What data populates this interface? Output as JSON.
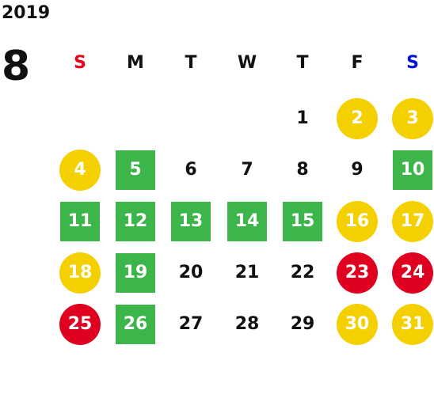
{
  "year": "2019",
  "month": "8",
  "colors": {
    "green": "#3cb54a",
    "yellow": "#f5d000",
    "red": "#e0001f",
    "sunday": "#e8001c",
    "saturday": "#0014d9",
    "text": "#111111"
  },
  "weekdays": [
    "S",
    "M",
    "T",
    "W",
    "T",
    "F",
    "S"
  ],
  "weeks": [
    [
      null,
      null,
      null,
      null,
      {
        "d": "1",
        "s": "plain"
      },
      {
        "d": "2",
        "s": "yellow"
      },
      {
        "d": "3",
        "s": "yellow"
      }
    ],
    [
      {
        "d": "4",
        "s": "yellow"
      },
      {
        "d": "5",
        "s": "green"
      },
      {
        "d": "6",
        "s": "plain"
      },
      {
        "d": "7",
        "s": "plain"
      },
      {
        "d": "8",
        "s": "plain"
      },
      {
        "d": "9",
        "s": "plain"
      },
      {
        "d": "10",
        "s": "green"
      }
    ],
    [
      {
        "d": "11",
        "s": "green"
      },
      {
        "d": "12",
        "s": "green"
      },
      {
        "d": "13",
        "s": "green"
      },
      {
        "d": "14",
        "s": "green"
      },
      {
        "d": "15",
        "s": "green"
      },
      {
        "d": "16",
        "s": "yellow"
      },
      {
        "d": "17",
        "s": "yellow"
      }
    ],
    [
      {
        "d": "18",
        "s": "yellow"
      },
      {
        "d": "19",
        "s": "green"
      },
      {
        "d": "20",
        "s": "plain"
      },
      {
        "d": "21",
        "s": "plain"
      },
      {
        "d": "22",
        "s": "plain"
      },
      {
        "d": "23",
        "s": "red"
      },
      {
        "d": "24",
        "s": "red"
      }
    ],
    [
      {
        "d": "25",
        "s": "red"
      },
      {
        "d": "26",
        "s": "green"
      },
      {
        "d": "27",
        "s": "plain"
      },
      {
        "d": "28",
        "s": "plain"
      },
      {
        "d": "29",
        "s": "plain"
      },
      {
        "d": "30",
        "s": "yellow"
      },
      {
        "d": "31",
        "s": "yellow"
      }
    ]
  ]
}
